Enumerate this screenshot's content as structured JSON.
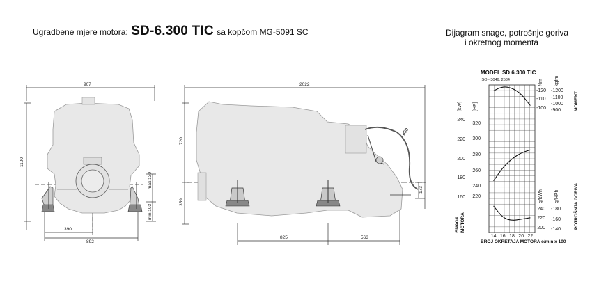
{
  "header": {
    "prefix": "Ugradbene mjere motora:",
    "model": "SD-6.300 TIC",
    "suffix": "sa kopčom MG-5091 SC"
  },
  "chart_title": {
    "line1": "Dijagram snage, potrošnje goriva",
    "line2": "i okretnog momenta"
  },
  "front_view": {
    "width": "907",
    "height": "1100",
    "max_130": "max.130",
    "min_103": "min.103",
    "half_width": "390",
    "base_width": "892"
  },
  "side_view": {
    "length": "2022",
    "height": "720",
    "lower_height": "359",
    "diameter": "ø50",
    "offset": "173",
    "span1": "825",
    "span2": "563"
  },
  "diagram": {
    "model": "MODEL SD 6.300 TIC",
    "iso": "ISO - 3046, 2534",
    "units": {
      "kw": "[kW]",
      "hp": "[HP]",
      "nm": "Nm",
      "kgfm": "kgfm",
      "gkwh": "g/kWh",
      "ghph": "g/HPh"
    },
    "torque_nm_ticks": [
      "120",
      "110",
      "100"
    ],
    "torque_kgfm_ticks": [
      "1200",
      "1100",
      "1000",
      "900"
    ],
    "kw_ticks": [
      "240",
      "220",
      "200",
      "180",
      "160"
    ],
    "hp_ticks": [
      "320",
      "300",
      "280",
      "260",
      "240",
      "220"
    ],
    "gkwh_ticks": [
      "240",
      "220",
      "200"
    ],
    "ghph_ticks": [
      "180",
      "160",
      "140"
    ],
    "x_ticks": [
      "14",
      "16",
      "18",
      "20",
      "22"
    ],
    "moment_label": "MOMENT",
    "snaga_label": "SNAGA",
    "motora_label": "MOTORA",
    "potrosnja_label": "POTROŠNJA GORIVA",
    "x_label": "BROJ OKRETAJA MOTORA o/min x 100"
  },
  "chart_data": {
    "type": "line",
    "title": "MODEL SD 6.300 TIC",
    "xlabel": "BROJ OKRETAJA MOTORA o/min x 100",
    "xlim": [
      13,
      23
    ],
    "series": [
      {
        "name": "MOMENT",
        "x": [
          14,
          16,
          18,
          20,
          22
        ],
        "y_norm": [
          0.96,
          0.99,
          0.98,
          0.94,
          0.86
        ]
      },
      {
        "name": "SNAGA MOTORA",
        "x": [
          14,
          16,
          18,
          20,
          22
        ],
        "y_norm": [
          0.35,
          0.44,
          0.5,
          0.54,
          0.56
        ]
      },
      {
        "name": "POTROŠNJA GORIVA",
        "x": [
          14,
          16,
          18,
          20,
          22
        ],
        "y_norm": [
          0.18,
          0.1,
          0.08,
          0.09,
          0.1
        ]
      }
    ]
  }
}
